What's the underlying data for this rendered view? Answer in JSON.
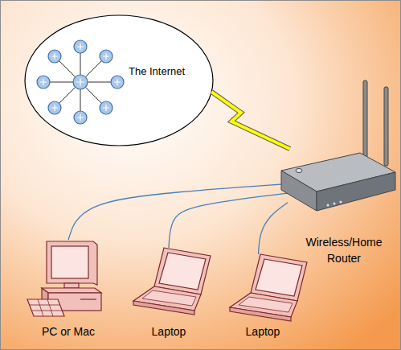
{
  "diagram": {
    "nodes": [
      {
        "text": [
          "The Internet"
        ]
      },
      {
        "text": [
          "Wireless/Home Router"
        ]
      },
      {
        "text": [
          "PC or Mac"
        ]
      },
      {
        "text": [
          "Laptop"
        ]
      },
      {
        "text": [
          "Laptop"
        ]
      }
    ],
    "edges": [
      {
        "from": 0,
        "to": 1,
        "arrow": "none"
      },
      {
        "from": 1,
        "to": 2,
        "arrow": "none"
      },
      {
        "from": 1,
        "to": 3,
        "arrow": "none"
      },
      {
        "from": 1,
        "to": 4,
        "arrow": "none"
      }
    ]
  }
}
